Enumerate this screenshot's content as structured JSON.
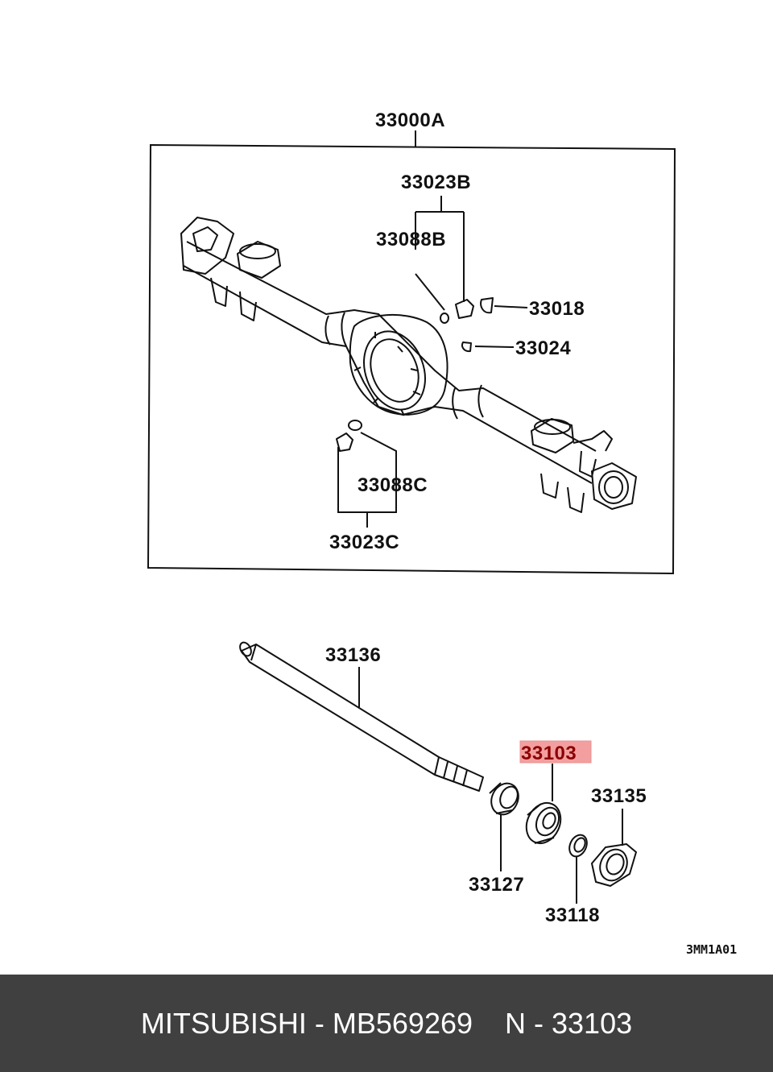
{
  "diagram": {
    "assembly_label": "33000A",
    "parts": {
      "p33023B": "33023B",
      "p33088B": "33088B",
      "p33018": "33018",
      "p33024": "33024",
      "p33088C": "33088C",
      "p33023C": "33023C",
      "p33136": "33136",
      "p33103": "33103",
      "p33135": "33135",
      "p33127": "33127",
      "p33118": "33118"
    },
    "highlighted_part": "33103",
    "highlight_color": "#f08080",
    "figure_code": "3MM1A01"
  },
  "caption": {
    "text": "MITSUBISHI - MB569269    N - 33103"
  }
}
